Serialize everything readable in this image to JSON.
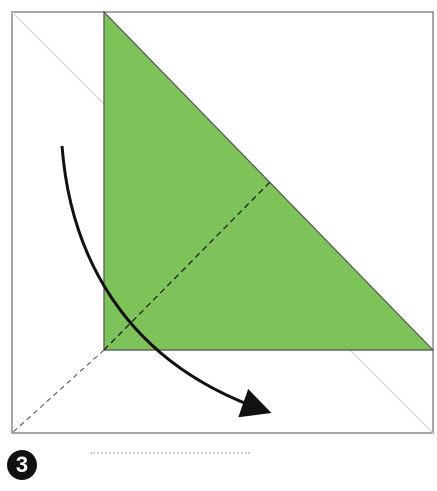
{
  "figure": {
    "step_number": "3",
    "colors": {
      "paper_front": "#ffffff",
      "paper_back": "#7ec35a",
      "outline": "#8a8a8a",
      "fold_line": "#222222",
      "crease": "#d6d6d6",
      "arrow": "#111111",
      "badge": "#111111"
    },
    "elements": [
      {
        "name": "square-sheet",
        "kind": "paper"
      },
      {
        "name": "green-folded-triangle",
        "kind": "folded-flap"
      },
      {
        "name": "valley-fold-line",
        "kind": "dashed-line"
      },
      {
        "name": "diagonal-crease-line",
        "kind": "crease"
      },
      {
        "name": "fold-direction-arrow",
        "kind": "curved-arrow"
      }
    ]
  }
}
